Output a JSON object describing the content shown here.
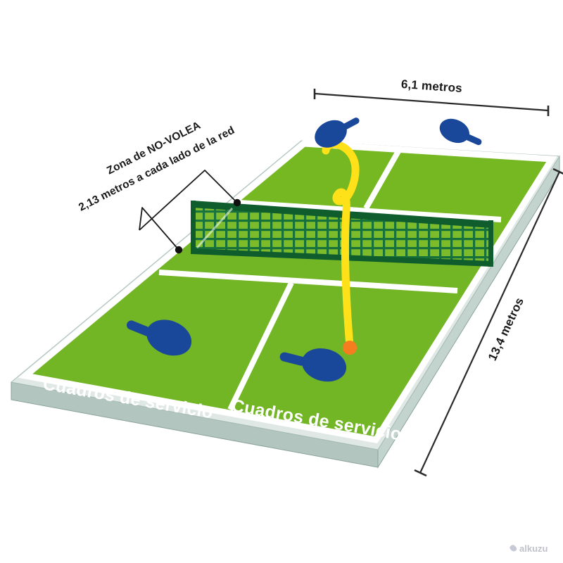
{
  "diagram": {
    "title": "Pickleball court dimensions diagram",
    "subject": "pickleball-court",
    "background_color": "#ffffff"
  },
  "dimensions": {
    "width_label": "6,1 metros",
    "length_label": "13,4 metros"
  },
  "callout": {
    "line1": "Zona de NO-VOLEA",
    "line2": "2,13 metros a cada lado de la red"
  },
  "court_labels": {
    "service_box_left": "Cuadros de servicio",
    "service_box_right": "Cuadros de servicio"
  },
  "colors": {
    "court_surface_near": "#72b525",
    "court_surface_far": "#75b821",
    "court_lines": "#ffffff",
    "slab_side": "#c3d4ce",
    "slab_side_dark": "#b2c5bf",
    "net": "#126b33",
    "net_dark": "#0f5c2c",
    "paddle": "#19479a",
    "ball": "#f57c1f",
    "trajectory": "#ffe11a",
    "dimension_line": "#2a2a2a",
    "text_dark": "#1a1a1a"
  },
  "elements": {
    "net_name": "net",
    "ball_name": "ball",
    "trajectory_name": "ball-trajectory",
    "paddles": [
      {
        "name": "paddle-far-left"
      },
      {
        "name": "paddle-far-right"
      },
      {
        "name": "paddle-near-left"
      },
      {
        "name": "paddle-near-right"
      }
    ],
    "no_volley_markers": [
      {
        "name": "no-volley-marker-far"
      },
      {
        "name": "no-volley-marker-near"
      }
    ]
  },
  "watermark": {
    "text": "alkuzu"
  }
}
